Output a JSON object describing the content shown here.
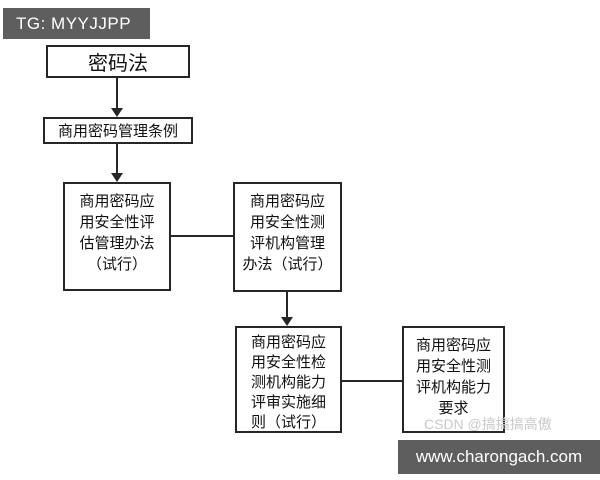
{
  "badges": {
    "top": "TG: MYYJJPP",
    "bottom": "www.charongach.com"
  },
  "watermark": "CSDN @搞搞搞高傲",
  "colors": {
    "badge_bg": "#5e5e5e",
    "badge_text": "#ffffff",
    "node_border": "#262626",
    "node_bg": "#ffffff",
    "watermark_text": "#c9c9c9",
    "background": "#ffffff"
  },
  "diagram": {
    "type": "flowchart",
    "nodes": [
      {
        "id": "cryptography-law",
        "label": "密码法",
        "text": "密码法"
      },
      {
        "id": "commercial-cryptography-regulations",
        "label": "商用密码管理条例",
        "text": "商用密码管理条例"
      },
      {
        "id": "security-assessment-measures",
        "label": "商用密码应\n用安全性评\n估管理办法\n（试行）",
        "text": "商用密码应用安全性评估管理办法（试行）"
      },
      {
        "id": "testing-agency-measures",
        "label": "商用密码应\n用安全性测\n评机构管理\n办法（试行）",
        "text": "商用密码应用安全性测评机构管理办法（试行）"
      },
      {
        "id": "capability-review-rules",
        "label": "商用密码应\n用安全性检\n测机构能力\n评审实施细\n则（试行）",
        "text": "商用密码应用安全性检测机构能力评审实施细则（试行）"
      },
      {
        "id": "capability-requirements",
        "label": "商用密码应\n用安全性测\n评机构能力\n要求",
        "text": "商用密码应用安全性测评机构能力要求"
      }
    ],
    "edges": [
      {
        "from": "cryptography-law",
        "to": "commercial-cryptography-regulations",
        "style": "arrow-down"
      },
      {
        "from": "commercial-cryptography-regulations",
        "to": "security-assessment-measures",
        "style": "arrow-down"
      },
      {
        "from": "security-assessment-measures",
        "to": "testing-agency-measures",
        "style": "line-horizontal"
      },
      {
        "from": "testing-agency-measures",
        "to": "capability-review-rules",
        "style": "arrow-down"
      },
      {
        "from": "capability-review-rules",
        "to": "capability-requirements",
        "style": "line-horizontal"
      }
    ]
  }
}
